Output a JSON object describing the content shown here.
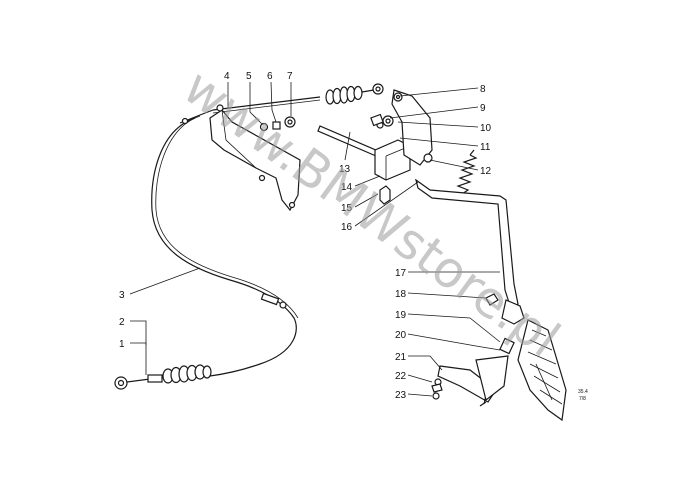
{
  "diagram": {
    "callouts": [
      "1",
      "2",
      "3",
      "4",
      "5",
      "6",
      "7",
      "8",
      "9",
      "10",
      "11",
      "12",
      "13",
      "14",
      "15",
      "16",
      "17",
      "18",
      "19",
      "20",
      "21",
      "22",
      "23"
    ],
    "code_line1": "35.4",
    "code_line2": "7/8",
    "watermark": "www.BMWstore.pl",
    "colors": {
      "ink": "#1a1a1a",
      "background": "#ffffff",
      "watermark": "#9a9a9a"
    }
  }
}
